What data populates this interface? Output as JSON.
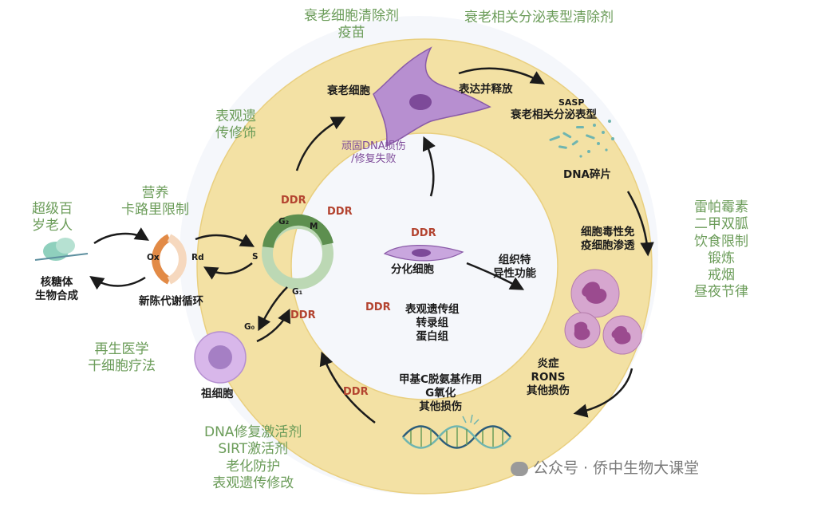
{
  "outer_labels": {
    "senolytic_vaccine": [
      "衰老细胞清除剂",
      "疫苗"
    ],
    "sasp_clearance": "衰老相关分泌表型清除剂",
    "epigenetic_mod": [
      "表观遗",
      "传修饰"
    ],
    "centenarian": [
      "超级百",
      "岁老人"
    ],
    "caloric": [
      "营养",
      "卡路里限制"
    ],
    "interventions": [
      "雷帕霉素",
      "二甲双胍",
      "饮食限制",
      "锻炼",
      "戒烟",
      "昼夜节律"
    ],
    "regen": [
      "再生医学",
      "干细胞疗法"
    ],
    "dna_repair": [
      "DNA修复激活剂",
      "SIRT激活剂",
      "老化防护",
      "表观遗传修改"
    ]
  },
  "inner_labels": {
    "senescent_cell": "衰老细胞",
    "express_release": "表达并释放",
    "sasp": "SASP",
    "sasp_full": "衰老相关分泌表型",
    "dna_fragments": "DNA碎片",
    "persistent_dna": [
      "顽固DNA损伤",
      "/修复失败"
    ],
    "immune_infiltration": [
      "细胞毒性免",
      "疫细胞渗透"
    ],
    "differentiated_cell": "分化细胞",
    "tissue_function": [
      "组织特",
      "异性功能"
    ],
    "omics": [
      "表观遗传组",
      "转录组",
      "蛋白组"
    ],
    "inflammation": [
      "炎症",
      "RONS",
      "其他损伤"
    ],
    "methylation": [
      "甲基C脱氨基作用",
      "G氧化",
      "其他损伤"
    ],
    "progenitor": "祖细胞",
    "nucleosome": [
      "核糖体",
      "生物合成"
    ],
    "nad_cycle": "新陈代谢循环"
  },
  "ddr": [
    "DDR",
    "DDR",
    "DDR",
    "DDR",
    "DDR",
    "DDR"
  ],
  "cycle_phases": {
    "g2": "G₂",
    "m": "M",
    "s": "S",
    "g1": "G₁",
    "g0": "G₀"
  },
  "redox": {
    "ox": "Ox",
    "rd": "Rd"
  },
  "watermark": "公众号 · 侨中生物大课堂",
  "colors": {
    "ring": "#f3e1a4",
    "ring_edge": "#e9cf7f",
    "text_green": "#6b9c59",
    "ddr_red": "#b3432f",
    "senescent_purple": "#b78fd0",
    "neutrophil": "#c98fc1",
    "cycle_dark_green": "#5d8f4f",
    "cycle_light_green": "#bcd8b4"
  }
}
